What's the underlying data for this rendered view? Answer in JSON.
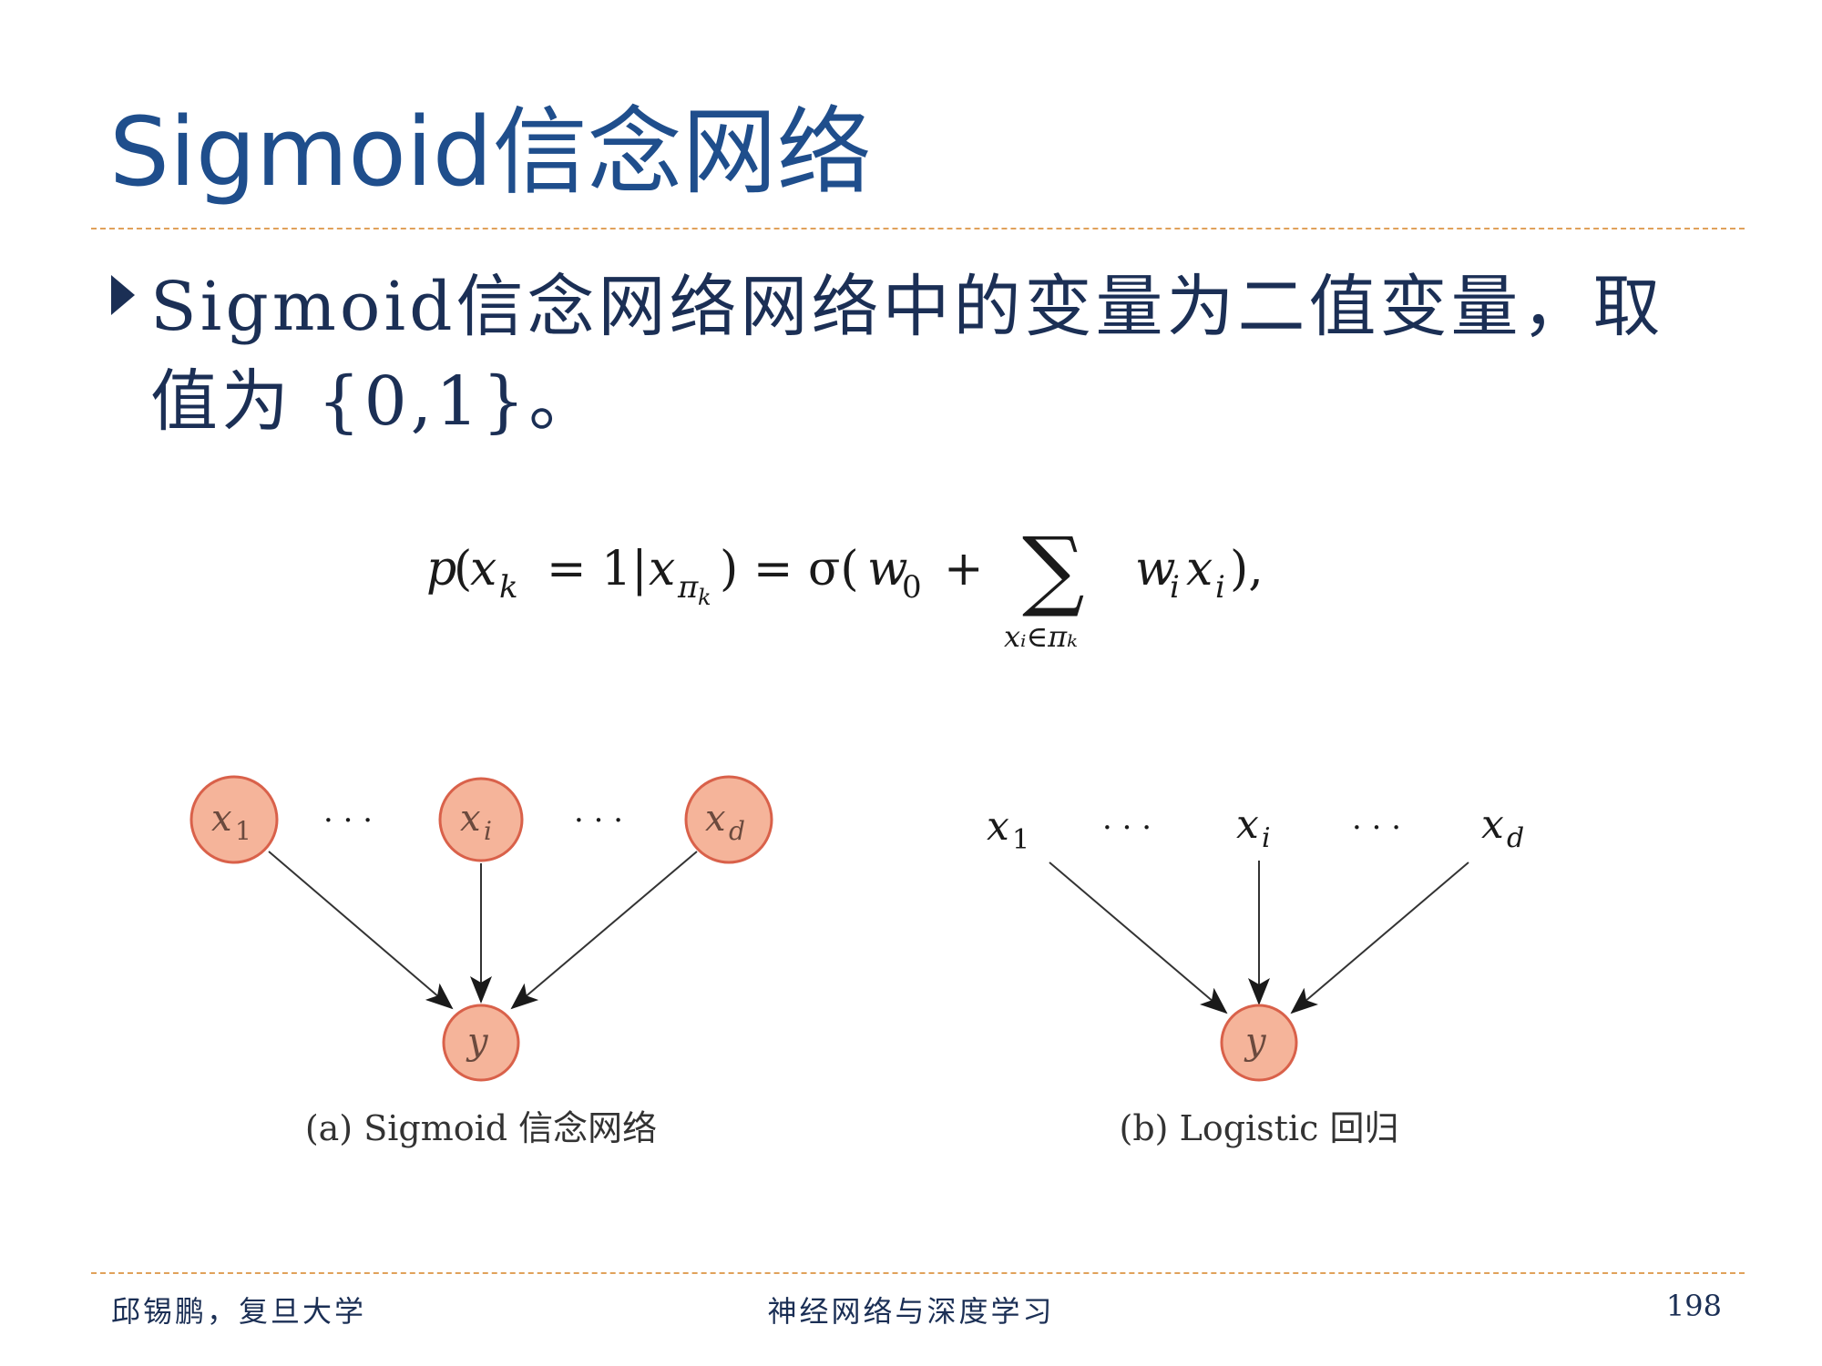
{
  "slide": {
    "title": "Sigmoid信念网络",
    "bullet": "Sigmoid信念网络网络中的变量为二值变量，取值为 {0,1}。"
  },
  "formula": {
    "lhs_p": "p",
    "lhs_var": "x",
    "lhs_sub": "k",
    "eq_one": "= 1|",
    "cond_var": "x",
    "cond_sub": "π",
    "cond_subsub": "k",
    "rhs_open": ") = σ(",
    "w0_var": "w",
    "w0_sub": "0",
    "plus": "+",
    "sigma": "∑",
    "sum_under": "xᵢ∈πₖ",
    "term_w": "w",
    "term_w_sub": "i",
    "term_x": "x",
    "term_x_sub": "i",
    "close": "),"
  },
  "diagram_a": {
    "caption": "(a) Sigmoid 信念网络",
    "node_x1": "x",
    "node_x1_sub": "1",
    "node_xi": "x",
    "node_xi_sub": "i",
    "node_xd": "x",
    "node_xd_sub": "d",
    "node_y": "y",
    "dots": "· · ·"
  },
  "diagram_b": {
    "caption": "(b) Logistic 回归",
    "node_x1": "x",
    "node_x1_sub": "1",
    "node_xi": "x",
    "node_xi_sub": "i",
    "node_xd": "x",
    "node_xd_sub": "d",
    "node_y": "y",
    "dots": "· · ·"
  },
  "footer": {
    "author": "邱锡鹏，复旦大学",
    "course": "神经网络与深度学习",
    "page": "198"
  },
  "colors": {
    "title": "#1f4e8c",
    "text": "#1b2f55",
    "rule": "#e0a15a",
    "node_fill": "#f5b49a",
    "node_stroke": "#d9614a"
  }
}
